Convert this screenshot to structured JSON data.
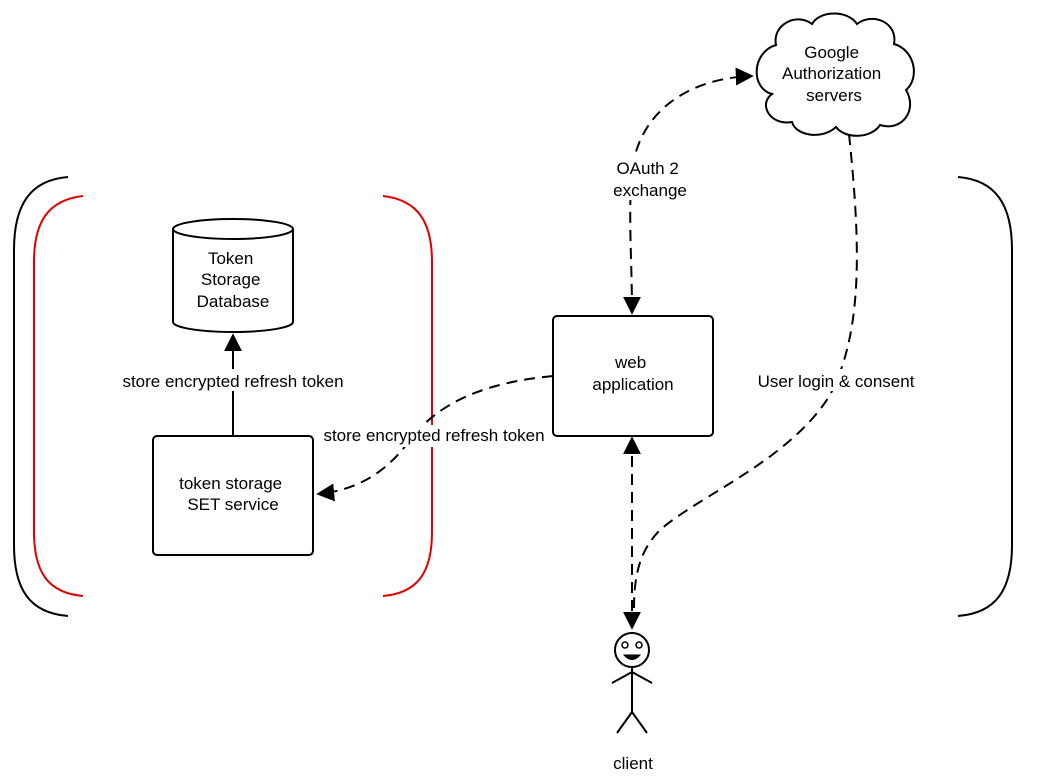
{
  "nodes": {
    "database": {
      "lines": [
        "Token",
        "Storage",
        "Database"
      ]
    },
    "token_service": {
      "lines": [
        "token storage",
        "SET service"
      ]
    },
    "web_app": {
      "lines": [
        "web",
        "application"
      ]
    },
    "google": {
      "lines": [
        "Google",
        "Authorization",
        "servers"
      ]
    },
    "client": {
      "label": "client"
    }
  },
  "edges": {
    "store_internal": "store encrypted refresh token",
    "store_from_web": "store encrypted refresh token",
    "oauth": {
      "lines": [
        "OAuth 2",
        "exchange"
      ]
    },
    "consent": "User login & consent"
  },
  "colors": {
    "outer_bracket": "#000000",
    "inner_bracket": "#e00000",
    "stroke": "#000000"
  }
}
